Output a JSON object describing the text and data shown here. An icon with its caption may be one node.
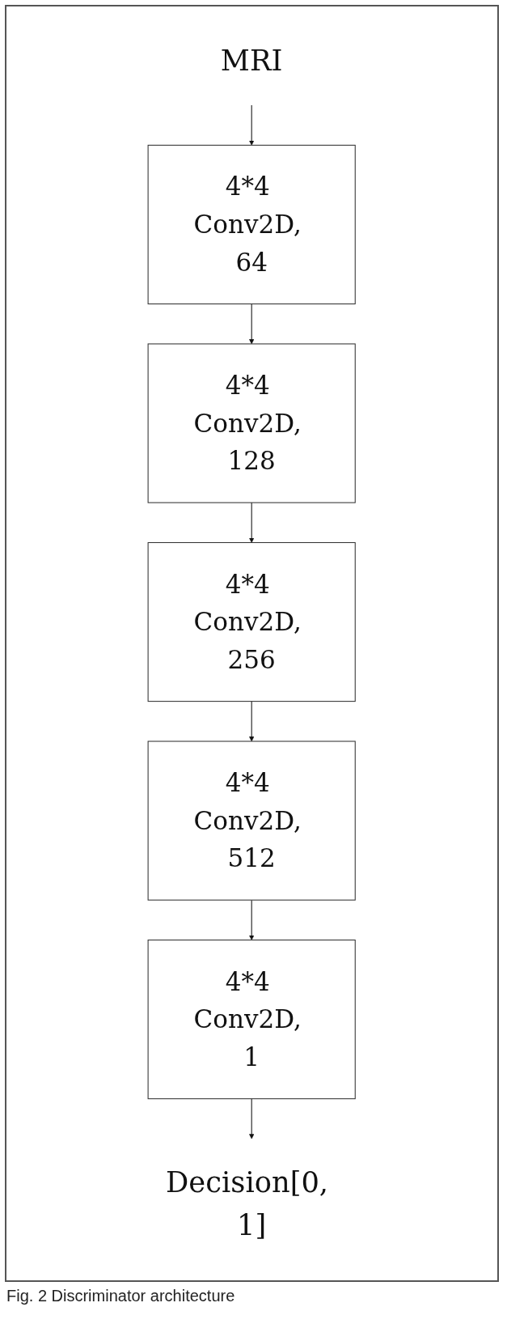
{
  "diagram": {
    "caption": "Fig. 2 Discriminator architecture",
    "nodes": [
      {
        "text": [
          "MRI"
        ]
      },
      {
        "text": [
          "4*4 Conv2D, 64"
        ]
      },
      {
        "text": [
          "4*4 Conv2D, 128"
        ]
      },
      {
        "text": [
          "4*4 Conv2D, 256"
        ]
      },
      {
        "text": [
          "4*4 Conv2D, 512"
        ]
      },
      {
        "text": [
          "4*4 Conv2D, 1"
        ]
      },
      {
        "text": [
          "Decision[0, 1]"
        ]
      }
    ],
    "edges": [
      {
        "from": 0,
        "to": 1,
        "arrow": "to"
      },
      {
        "from": 1,
        "to": 2,
        "arrow": "to"
      },
      {
        "from": 2,
        "to": 3,
        "arrow": "to"
      },
      {
        "from": 3,
        "to": 4,
        "arrow": "to"
      },
      {
        "from": 4,
        "to": 5,
        "arrow": "to"
      },
      {
        "from": 5,
        "to": 6,
        "arrow": "to"
      }
    ]
  }
}
